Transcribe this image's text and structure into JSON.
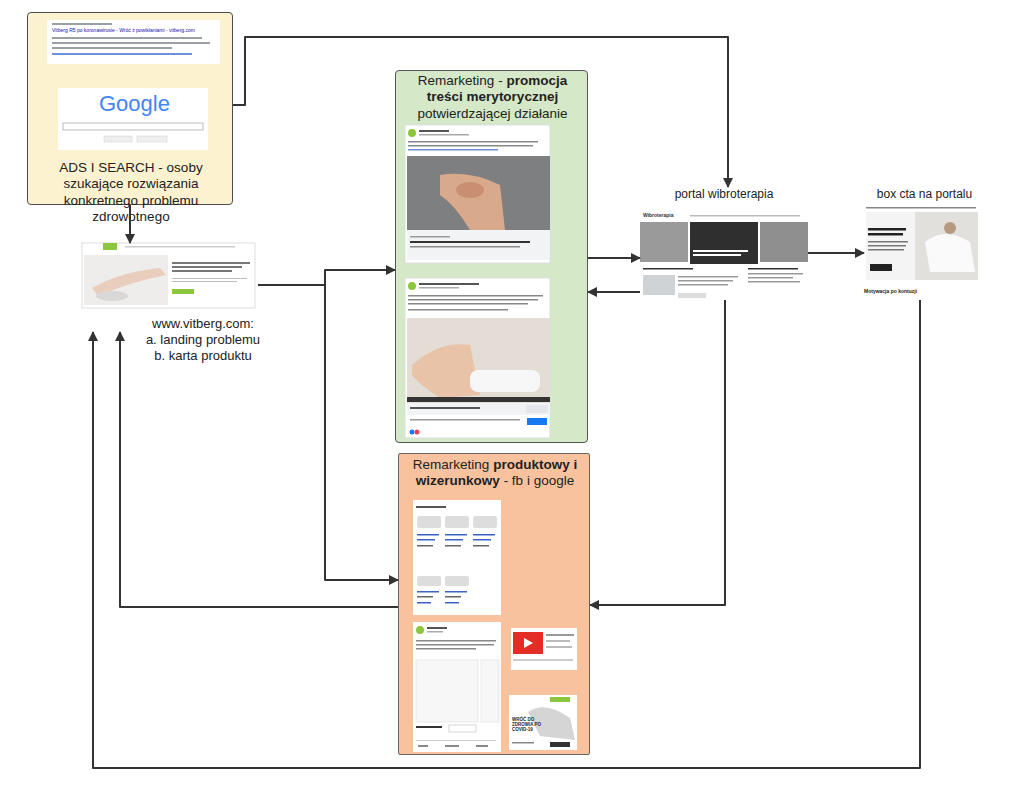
{
  "diagram": {
    "nodes": [
      {
        "text": [
          "ADS I SEARCH - osoby szukające rozwiązania konkretnego problemu zdrowotnego"
        ]
      },
      {
        "text": [
          "Remarketing -",
          "promocja treści merytorycznej",
          "potwierdzającej działanie"
        ]
      },
      {
        "text": [
          "portal wibroterapia"
        ]
      },
      {
        "text": [
          "box cta na portalu"
        ]
      },
      {
        "text": [
          "www.vitberg.com:",
          "a. landing problemu",
          "b. karta produktu"
        ]
      },
      {
        "text": [
          "Remarketing",
          "produktowy i wizerunkowy",
          "- fb i google"
        ]
      }
    ],
    "edges": [
      {
        "from": 0,
        "to": 2,
        "arrow": "to"
      },
      {
        "from": 0,
        "to": 4,
        "arrow": "to"
      },
      {
        "from": 4,
        "to": 1,
        "arrow": "to"
      },
      {
        "from": 4,
        "to": 5,
        "arrow": "to"
      },
      {
        "from": 1,
        "to": 2,
        "arrow": "to"
      },
      {
        "from": 2,
        "to": 1,
        "arrow": "to"
      },
      {
        "from": 2,
        "to": 3,
        "arrow": "to"
      },
      {
        "from": 2,
        "to": 5,
        "arrow": "to"
      },
      {
        "from": 5,
        "to": 4,
        "arrow": "to"
      },
      {
        "from": 3,
        "to": 4,
        "arrow": "to"
      }
    ],
    "labels": [
      "Vitberg R5 po koronawirusie - Wróć z powikłaniami - vitberg.com",
      "Google",
      "Wibroterapia",
      "Motywacja po kontuzji",
      "WRÓĆ DO ZDROWIA PO COVID-19"
    ]
  }
}
